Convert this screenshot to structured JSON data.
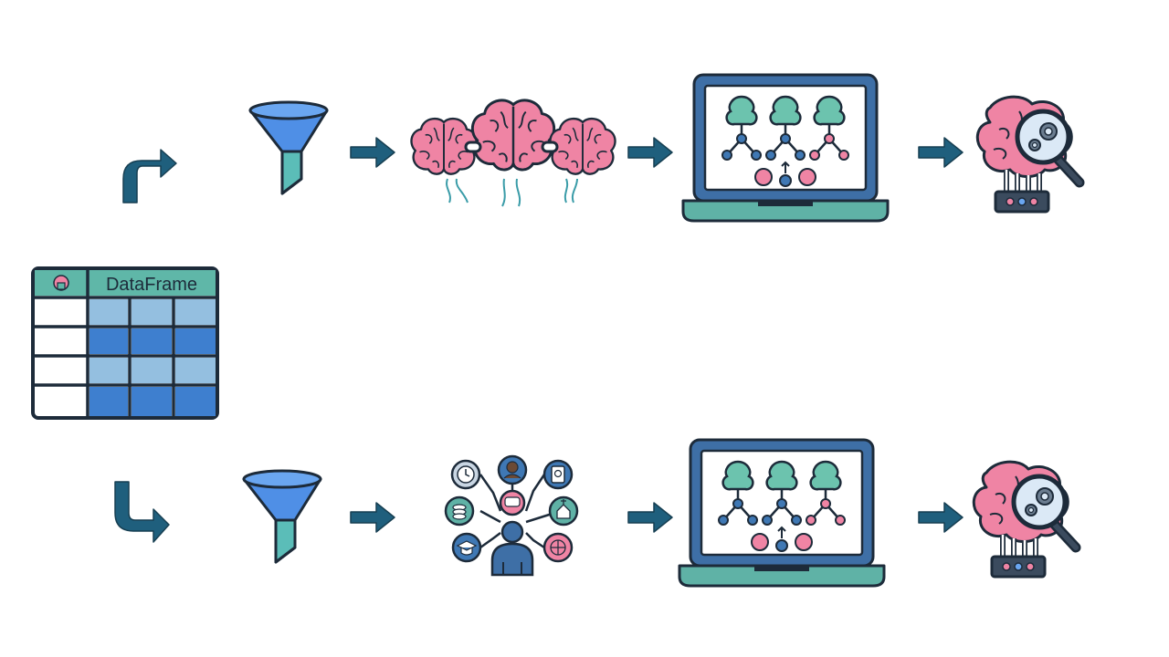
{
  "dataframe": {
    "header_label": "DataFrame",
    "header_icon": "brain-chip-icon"
  },
  "pipelines": [
    {
      "name": "top",
      "steps": [
        "turn-up-arrow-icon",
        "filter-funnel-icon",
        "linked-brains-icon",
        "laptop-decision-trees-icon",
        "brain-magnifier-analysis-icon"
      ]
    },
    {
      "name": "bottom",
      "steps": [
        "turn-down-arrow-icon",
        "filter-funnel-icon",
        "person-demographics-icon",
        "laptop-decision-trees-icon",
        "brain-magnifier-analysis-icon"
      ]
    }
  ],
  "colors": {
    "outline": "#1d2b3a",
    "arrow": "#1f5f7d",
    "funnel": "#4f8fe6",
    "funnel_spout": "#5bbdb8",
    "brain_pink": "#ef84a4",
    "laptop_body": "#3e6fa6",
    "laptop_base": "#5fb2a6",
    "tree_green": "#6cc3ae",
    "node_blue": "#3f78b4",
    "node_pink": "#ef84a4",
    "table_header": "#5fb7a8",
    "table_light": "#94bfe0",
    "table_dark": "#3e7fcf"
  }
}
